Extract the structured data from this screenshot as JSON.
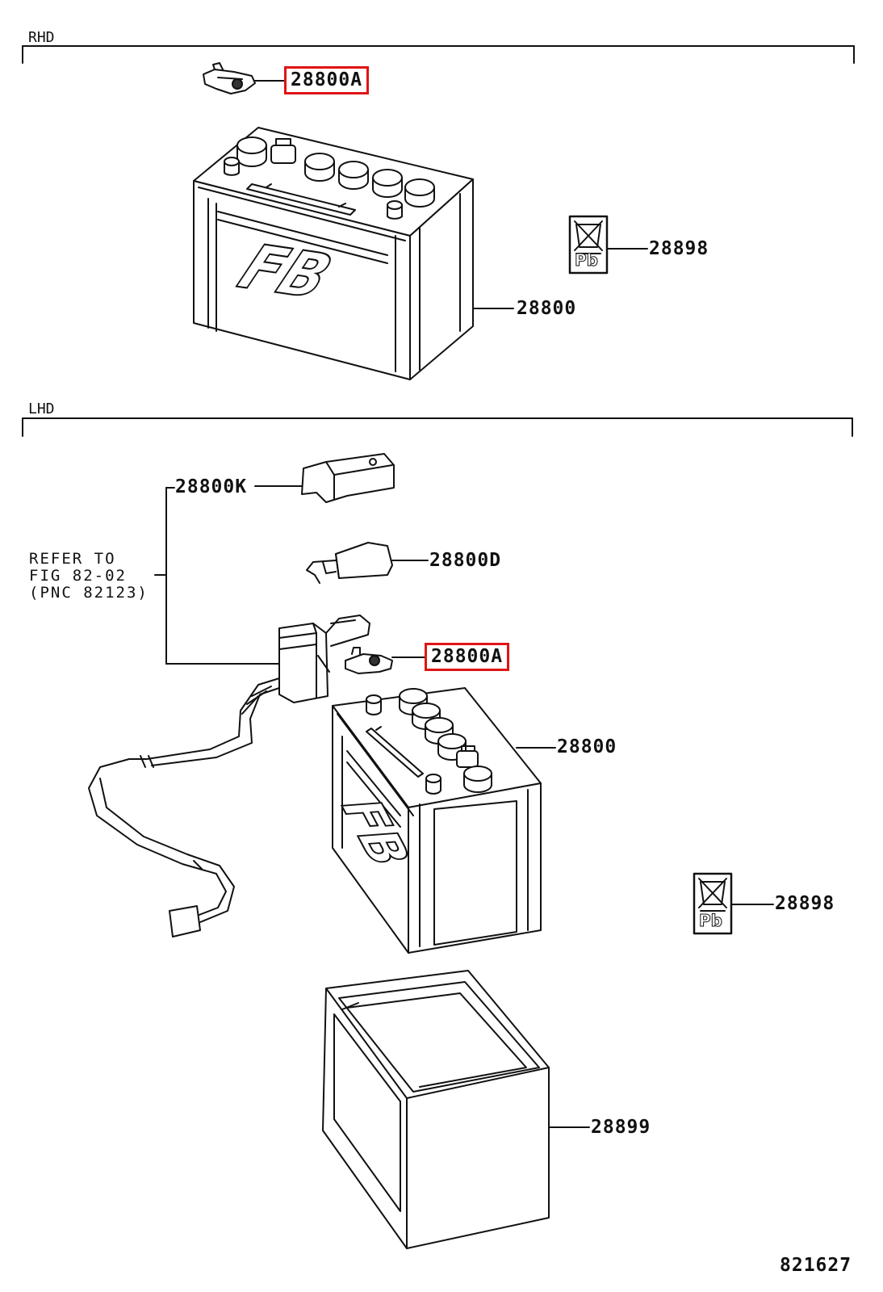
{
  "sections": {
    "rhd": {
      "title": "RHD"
    },
    "lhd": {
      "title": "LHD"
    }
  },
  "battery_logo": "FB",
  "recycle_symbol_text": "Pb",
  "parts": {
    "rhd": {
      "terminal": "28800A",
      "battery": "28800",
      "label_plate": "28898"
    },
    "lhd": {
      "cover": "28800K",
      "sensor_clip": "28800D",
      "terminal": "28800A",
      "battery": "28800",
      "label_plate": "28898",
      "tray": "28899"
    }
  },
  "reference_note": {
    "line1": "REFER TO",
    "line2": "FIG 82-02",
    "line3": "(PNC 82123)"
  },
  "figure_number": "821627",
  "highlight_color": "#e01414"
}
